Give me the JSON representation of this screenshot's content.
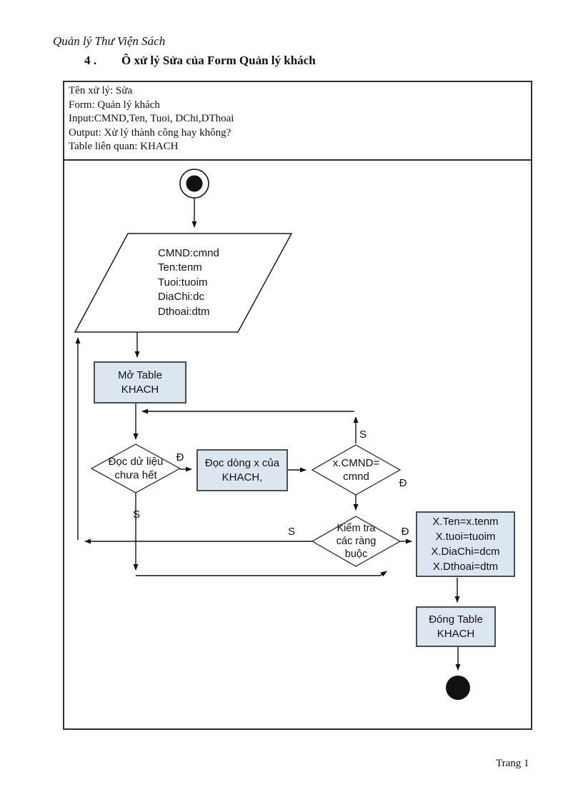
{
  "page": {
    "header": "Quản lý Thư Viện Sách",
    "heading_number": "4 .",
    "heading_title": "Ô xử lý Sửa của Form Quản lý khách",
    "footer": "Trang  1"
  },
  "info_box": {
    "lines": [
      "Tên xử lý:  Sửa",
      "Form:  Quản lý khách",
      "Input:CMND,Ten,  Tuoi,  DChi,DThoai",
      "Output:  Xử lý thành  công hay không?",
      "Table liên  quan:  KHACH"
    ]
  },
  "flowchart": {
    "input_node": "CMND:cmnd\nTen:tenm\nTuoi:tuoim\nDiaChi:dc\nDthoai:dtm",
    "open_table_node": "Mở Table\nKHACH",
    "read_check_node": "Đọc dử liệu\nchưa hết",
    "read_row_node": "Đọc dòng x của\nKHACH,",
    "cmnd_check_node": "x.CMND=\ncmnd",
    "constraint_check_node": "Kiểm tra\ncác ràng\nbuộc",
    "assign_node": "X.Ten=x.tenm\nX.tuoi=tuoim\nX.DiaChi=dcm\nX.Dthoai=dtm",
    "close_table_node": "Đóng Table\nKHACH",
    "labels": {
      "read_check_yes": "Đ",
      "read_check_no": "S",
      "cmnd_check_no": "S",
      "cmnd_check_yes": "Đ",
      "constraint_no": "S",
      "constraint_yes": "Đ"
    },
    "colors": {
      "node_fill": "#dce6f1",
      "node_border": "#4d4d4d",
      "container_border": "#2f2f2f",
      "line": "#111111"
    }
  }
}
